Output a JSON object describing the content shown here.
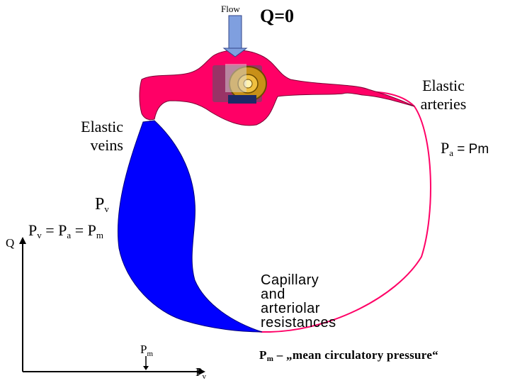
{
  "labels": {
    "flow": "Flow",
    "q0": "Q=0",
    "elastic_arteries": "Elastic arteries",
    "elastic_veins": "Elastic veins",
    "pa_eq": {
      "p": "P",
      "sub": "a",
      "rest": " = Pm"
    },
    "pv_label": {
      "p": "P",
      "sub": "v"
    },
    "equation": {
      "pv": "P",
      "pv_sub": "v",
      "eq1": " = P",
      "pa_sub": "a",
      "eq2": " = P",
      "pm_sub": "m"
    },
    "capillary": "Capillary and arteriolar resistances",
    "axis_q": "Q",
    "axis_pm": {
      "p": "P",
      "sub": "m"
    },
    "axis_pv": {
      "p": "P",
      "sub": "v"
    },
    "mean_note": {
      "p": "P",
      "sub": "m",
      "rest": " – „mean circulatory pressure“"
    }
  },
  "colors": {
    "vessel": "#ff0066",
    "vein": "#0000ff",
    "arrow": "#7f9fdf",
    "pump": "#c89018"
  },
  "icons": [
    "flow-arrow-icon",
    "pump-gear-icon"
  ]
}
